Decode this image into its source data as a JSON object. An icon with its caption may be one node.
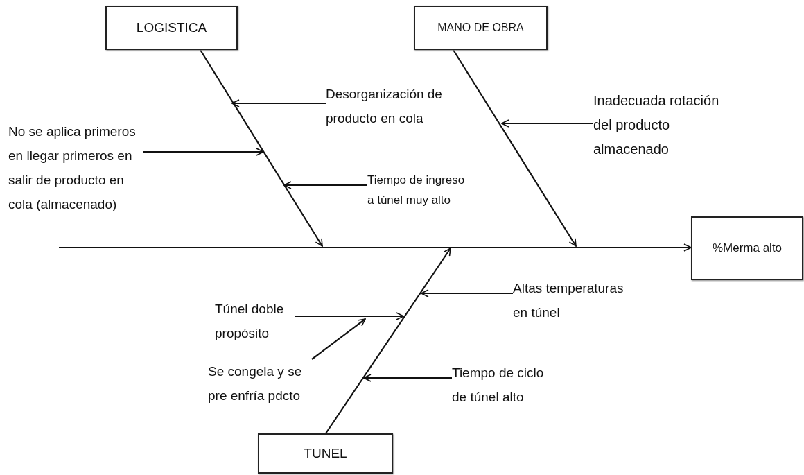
{
  "diagram": {
    "nodes": [
      {
        "text": [
          "LOGISTICA"
        ]
      },
      {
        "text": [
          "MANO DE OBRA"
        ]
      },
      {
        "text": [
          "Desorganización de producto en cola"
        ]
      },
      {
        "text": [
          "No se aplica primeros en llegar primeros en salir de producto en cola (almacenado)"
        ]
      },
      {
        "text": [
          "Tiempo de ingreso a túnel muy alto"
        ]
      },
      {
        "text": [
          "Inadecuada rotación del producto almacenado"
        ]
      },
      {
        "text": [
          "%Merma alto"
        ]
      },
      {
        "text": [
          "Túnel doble propósito"
        ]
      },
      {
        "text": [
          "Altas temperaturas en túnel"
        ]
      },
      {
        "text": [
          "Se congela y se pre enfría pdcto"
        ]
      },
      {
        "text": [
          "Tiempo de ciclo de túnel alto"
        ]
      },
      {
        "text": [
          "TUNEL"
        ]
      }
    ],
    "edges": [
      {
        "from": null,
        "to": 6,
        "arrow": "to"
      },
      {
        "from": 0,
        "to": null,
        "arrow": "to"
      },
      {
        "from": 1,
        "to": null,
        "arrow": "to"
      },
      {
        "from": 11,
        "to": null,
        "arrow": "to"
      },
      {
        "from": 2,
        "to": null,
        "arrow": "to"
      },
      {
        "from": 3,
        "to": null,
        "arrow": "to"
      },
      {
        "from": 4,
        "to": null,
        "arrow": "to"
      },
      {
        "from": 5,
        "to": null,
        "arrow": "to"
      },
      {
        "from": 8,
        "to": null,
        "arrow": "to"
      },
      {
        "from": 7,
        "to": null,
        "arrow": "to"
      },
      {
        "from": 9,
        "to": null,
        "arrow": "to"
      },
      {
        "from": 10,
        "to": null,
        "arrow": "to"
      }
    ]
  }
}
